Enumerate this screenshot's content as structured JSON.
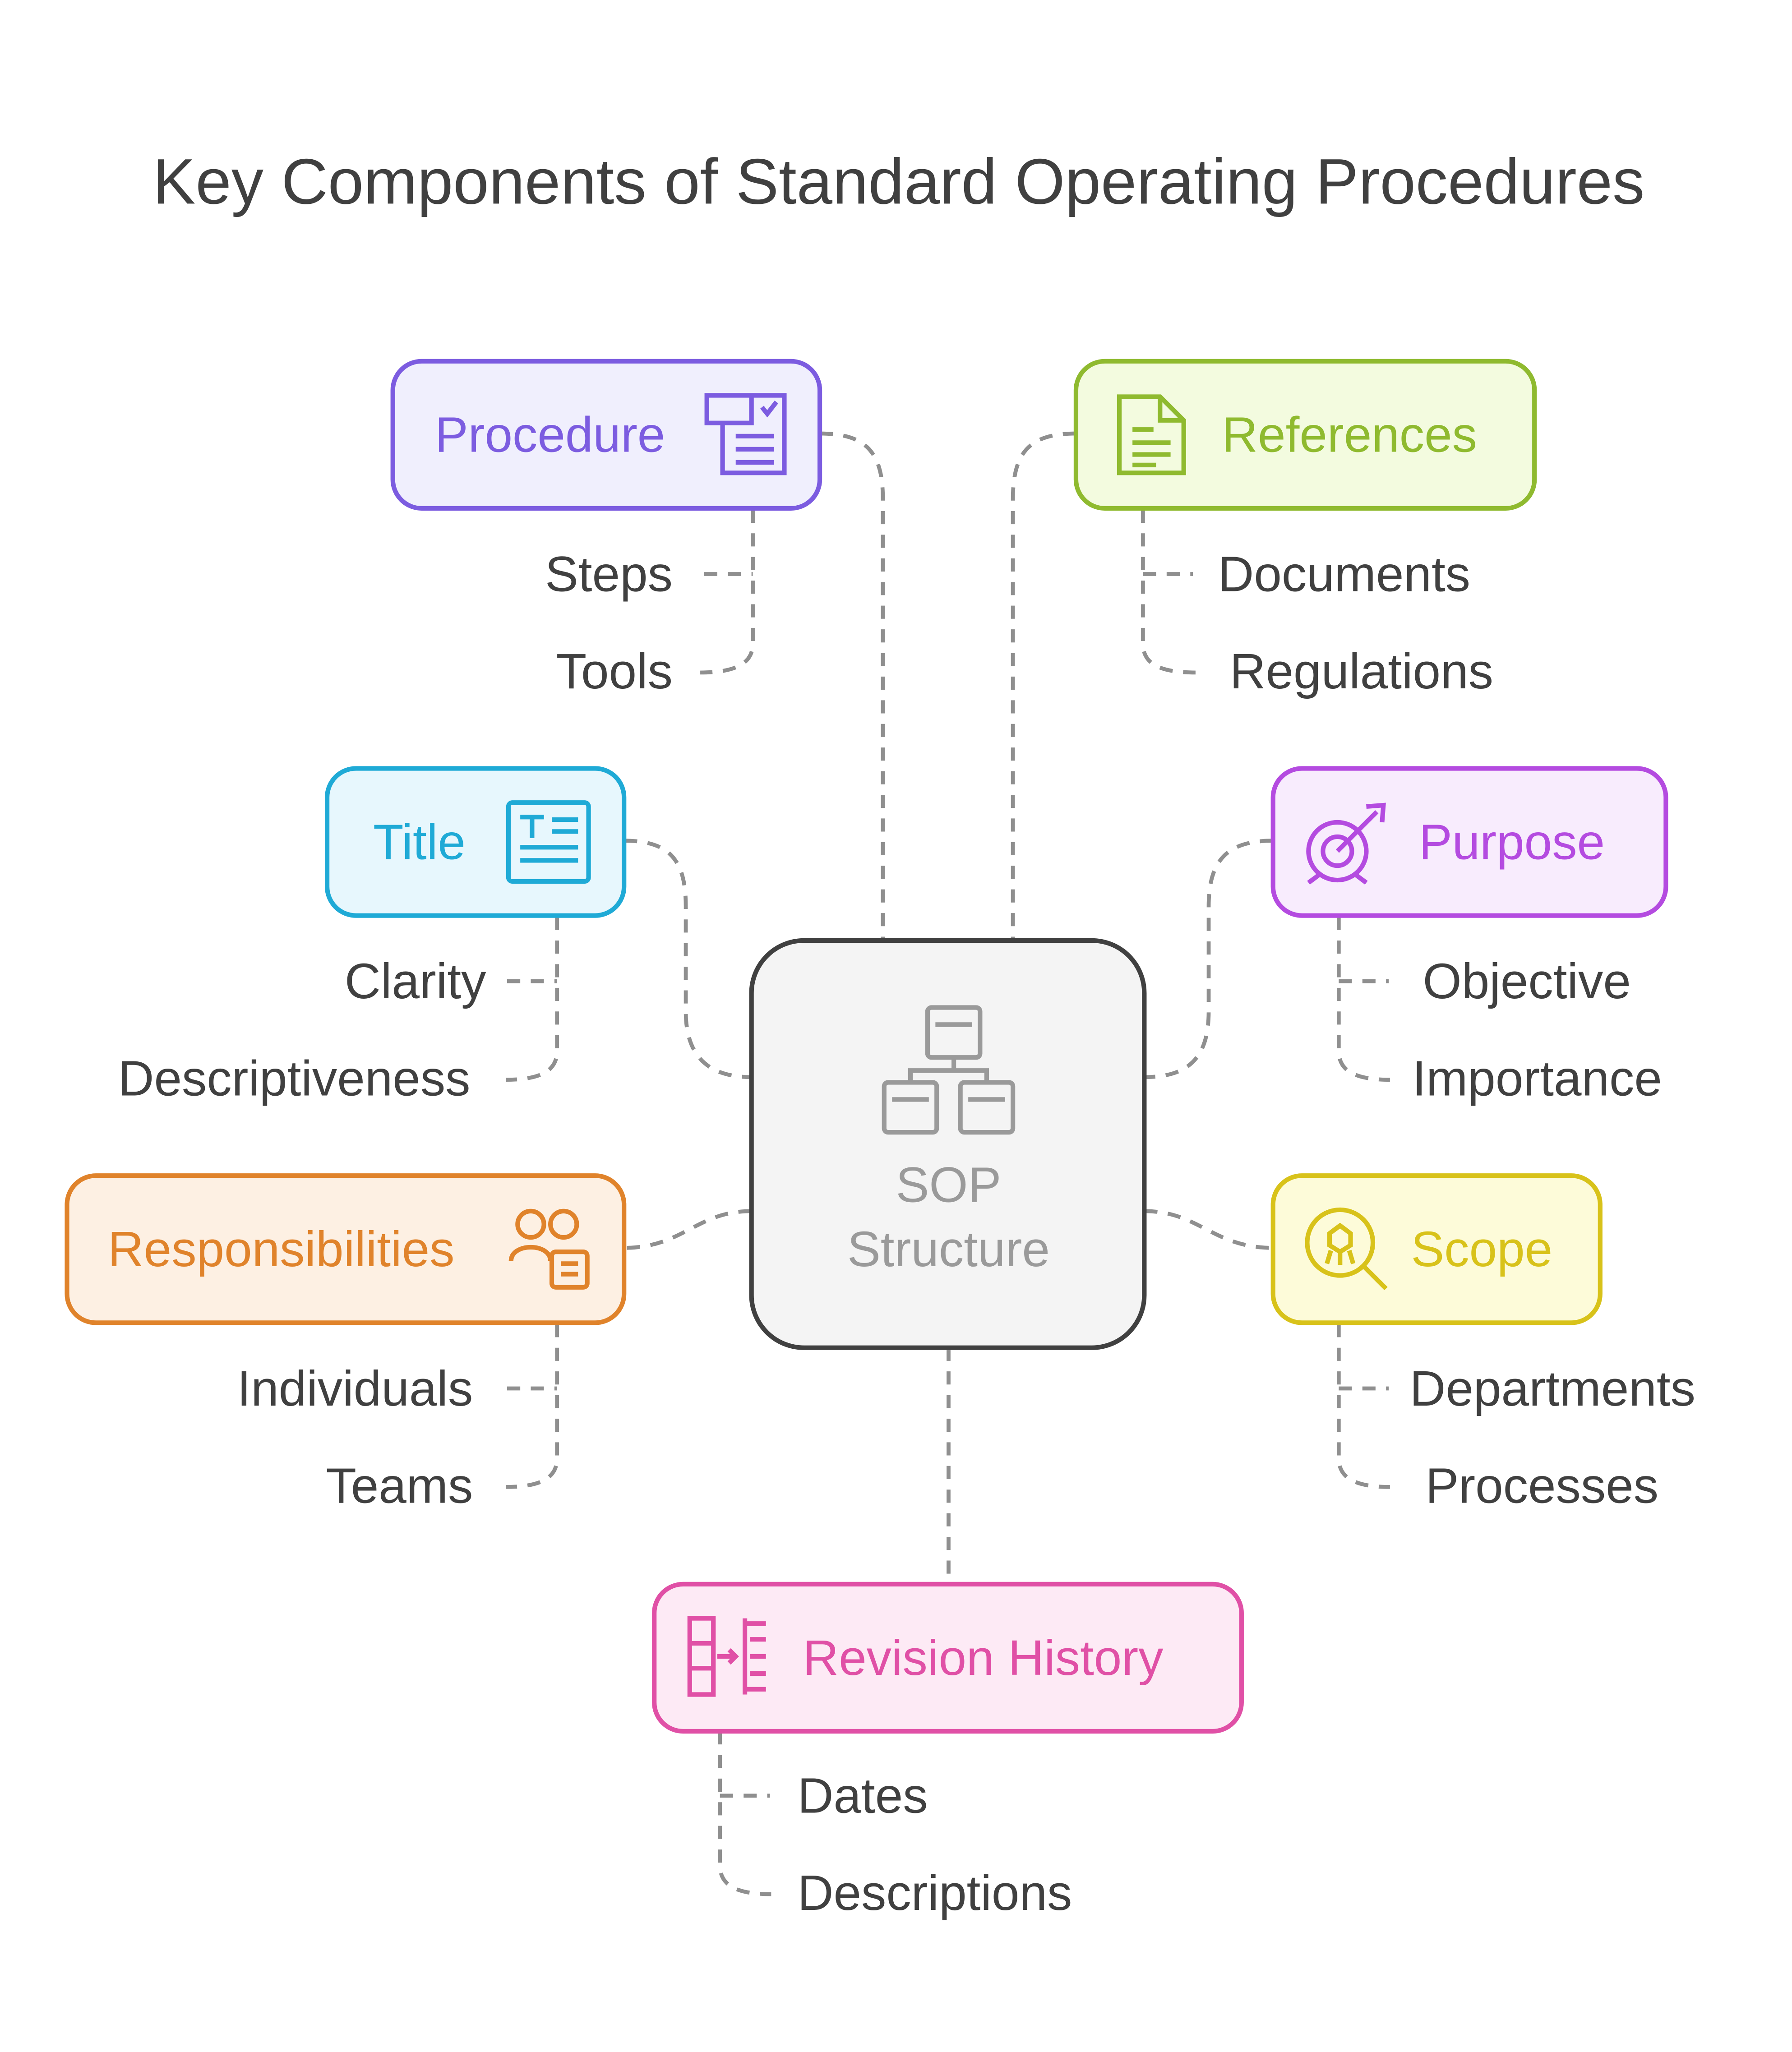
{
  "title": "Key Components of Standard Operating Procedures",
  "center": {
    "line1": "SOP",
    "line2": "Structure",
    "icon": "hierarchy-icon",
    "color": "#404040"
  },
  "nodes": [
    {
      "key": "procedure",
      "label": "Procedure",
      "icon": "checklist-icon",
      "color": "#7c5ce0",
      "bg": "#f0effd",
      "items": [
        "Steps",
        "Tools"
      ]
    },
    {
      "key": "references",
      "label": "References",
      "icon": "document-icon",
      "color": "#8fba2f",
      "bg": "#f3fbdf",
      "items": [
        "Documents",
        "Regulations"
      ]
    },
    {
      "key": "title",
      "label": "Title",
      "icon": "title-card-icon",
      "color": "#1faad6",
      "bg": "#e7f7fd",
      "items": [
        "Clarity",
        "Descriptiveness"
      ]
    },
    {
      "key": "purpose",
      "label": "Purpose",
      "icon": "target-icon",
      "color": "#b44be0",
      "bg": "#f8ecfd",
      "items": [
        "Objective",
        "Importance"
      ]
    },
    {
      "key": "responsibilities",
      "label": "Responsibilities",
      "icon": "people-icon",
      "color": "#e0832b",
      "bg": "#fdf0e3",
      "items": [
        "Individuals",
        "Teams"
      ]
    },
    {
      "key": "scope",
      "label": "Scope",
      "icon": "search-scope-icon",
      "color": "#d8c21a",
      "bg": "#fdfbd9",
      "items": [
        "Departments",
        "Processes"
      ]
    },
    {
      "key": "revision",
      "label": "Revision History",
      "icon": "revision-icon",
      "color": "#e050a6",
      "bg": "#fdeaf5",
      "items": [
        "Dates",
        "Descriptions"
      ]
    }
  ]
}
